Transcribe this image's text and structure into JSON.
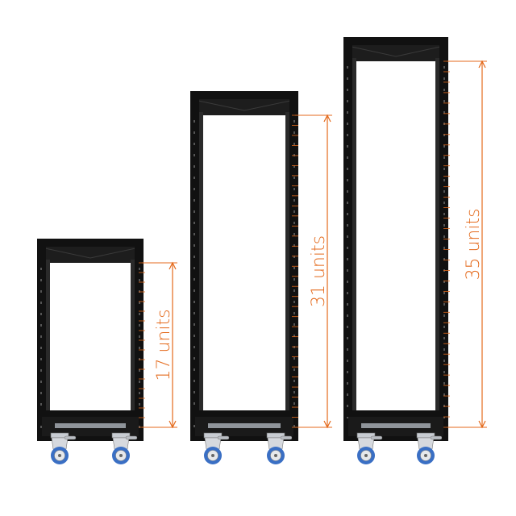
{
  "accent_color": "#e46a1c",
  "frame_color": "#111111",
  "wheel_color": "#3a6fc4",
  "racks": [
    {
      "name": "rack-17u",
      "units": 17,
      "label": "17 units"
    },
    {
      "name": "rack-31u",
      "units": 31,
      "label": "31 units"
    },
    {
      "name": "rack-35u",
      "units": 35,
      "label": "35 units"
    }
  ]
}
